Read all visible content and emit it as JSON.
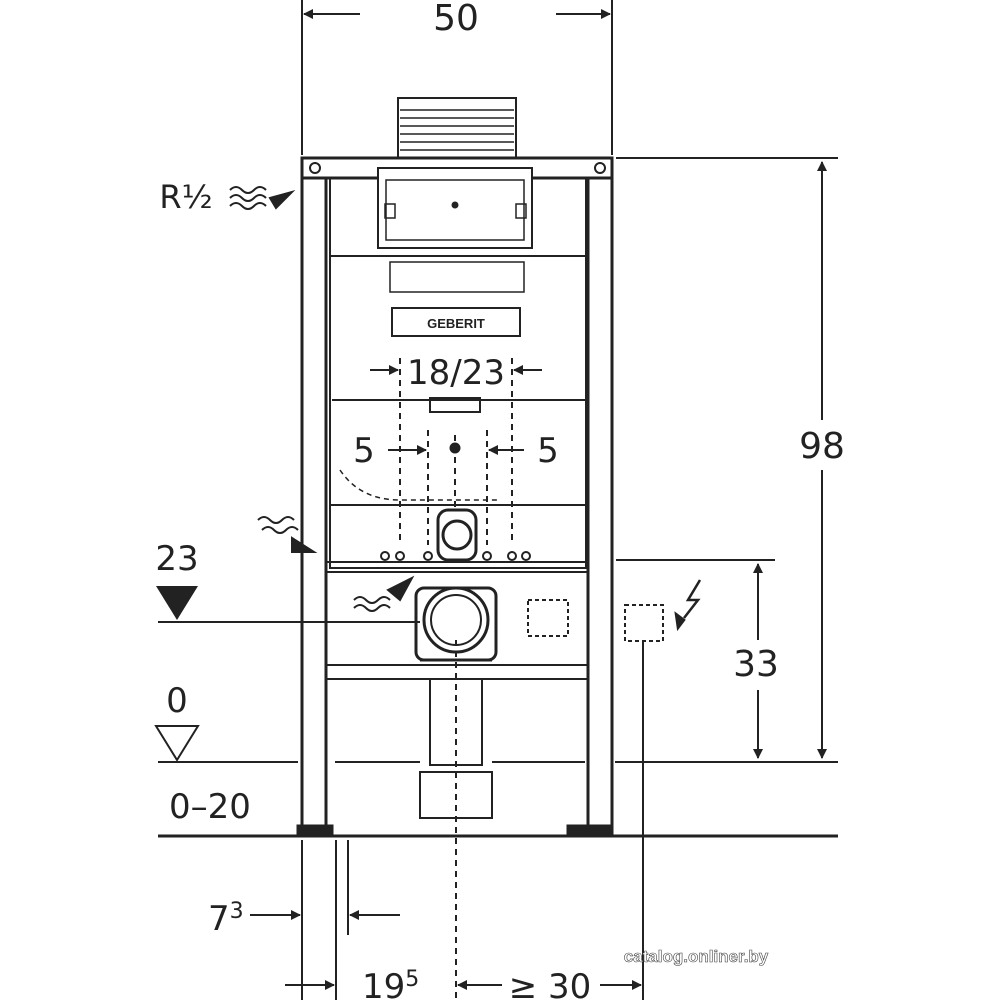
{
  "dimensions": {
    "width": "50",
    "height": "98",
    "flush_spacing": "18/23",
    "offset_left": "5",
    "offset_right": "5",
    "floor_height": "23",
    "floor_zero": "0",
    "floor_range": "0–20",
    "socket_height": "33",
    "frame_depth_base": "7",
    "frame_depth_sup": "3",
    "wall_depth_base": "19",
    "wall_depth_sup": "5",
    "min_distance": "≥ 30"
  },
  "connections": {
    "water_supply": "R½"
  },
  "frame": {
    "brand_plate": "GEBERIT"
  },
  "watermark": "catalog.onliner.by",
  "colors": {
    "line": "#222222",
    "background": "#ffffff"
  }
}
